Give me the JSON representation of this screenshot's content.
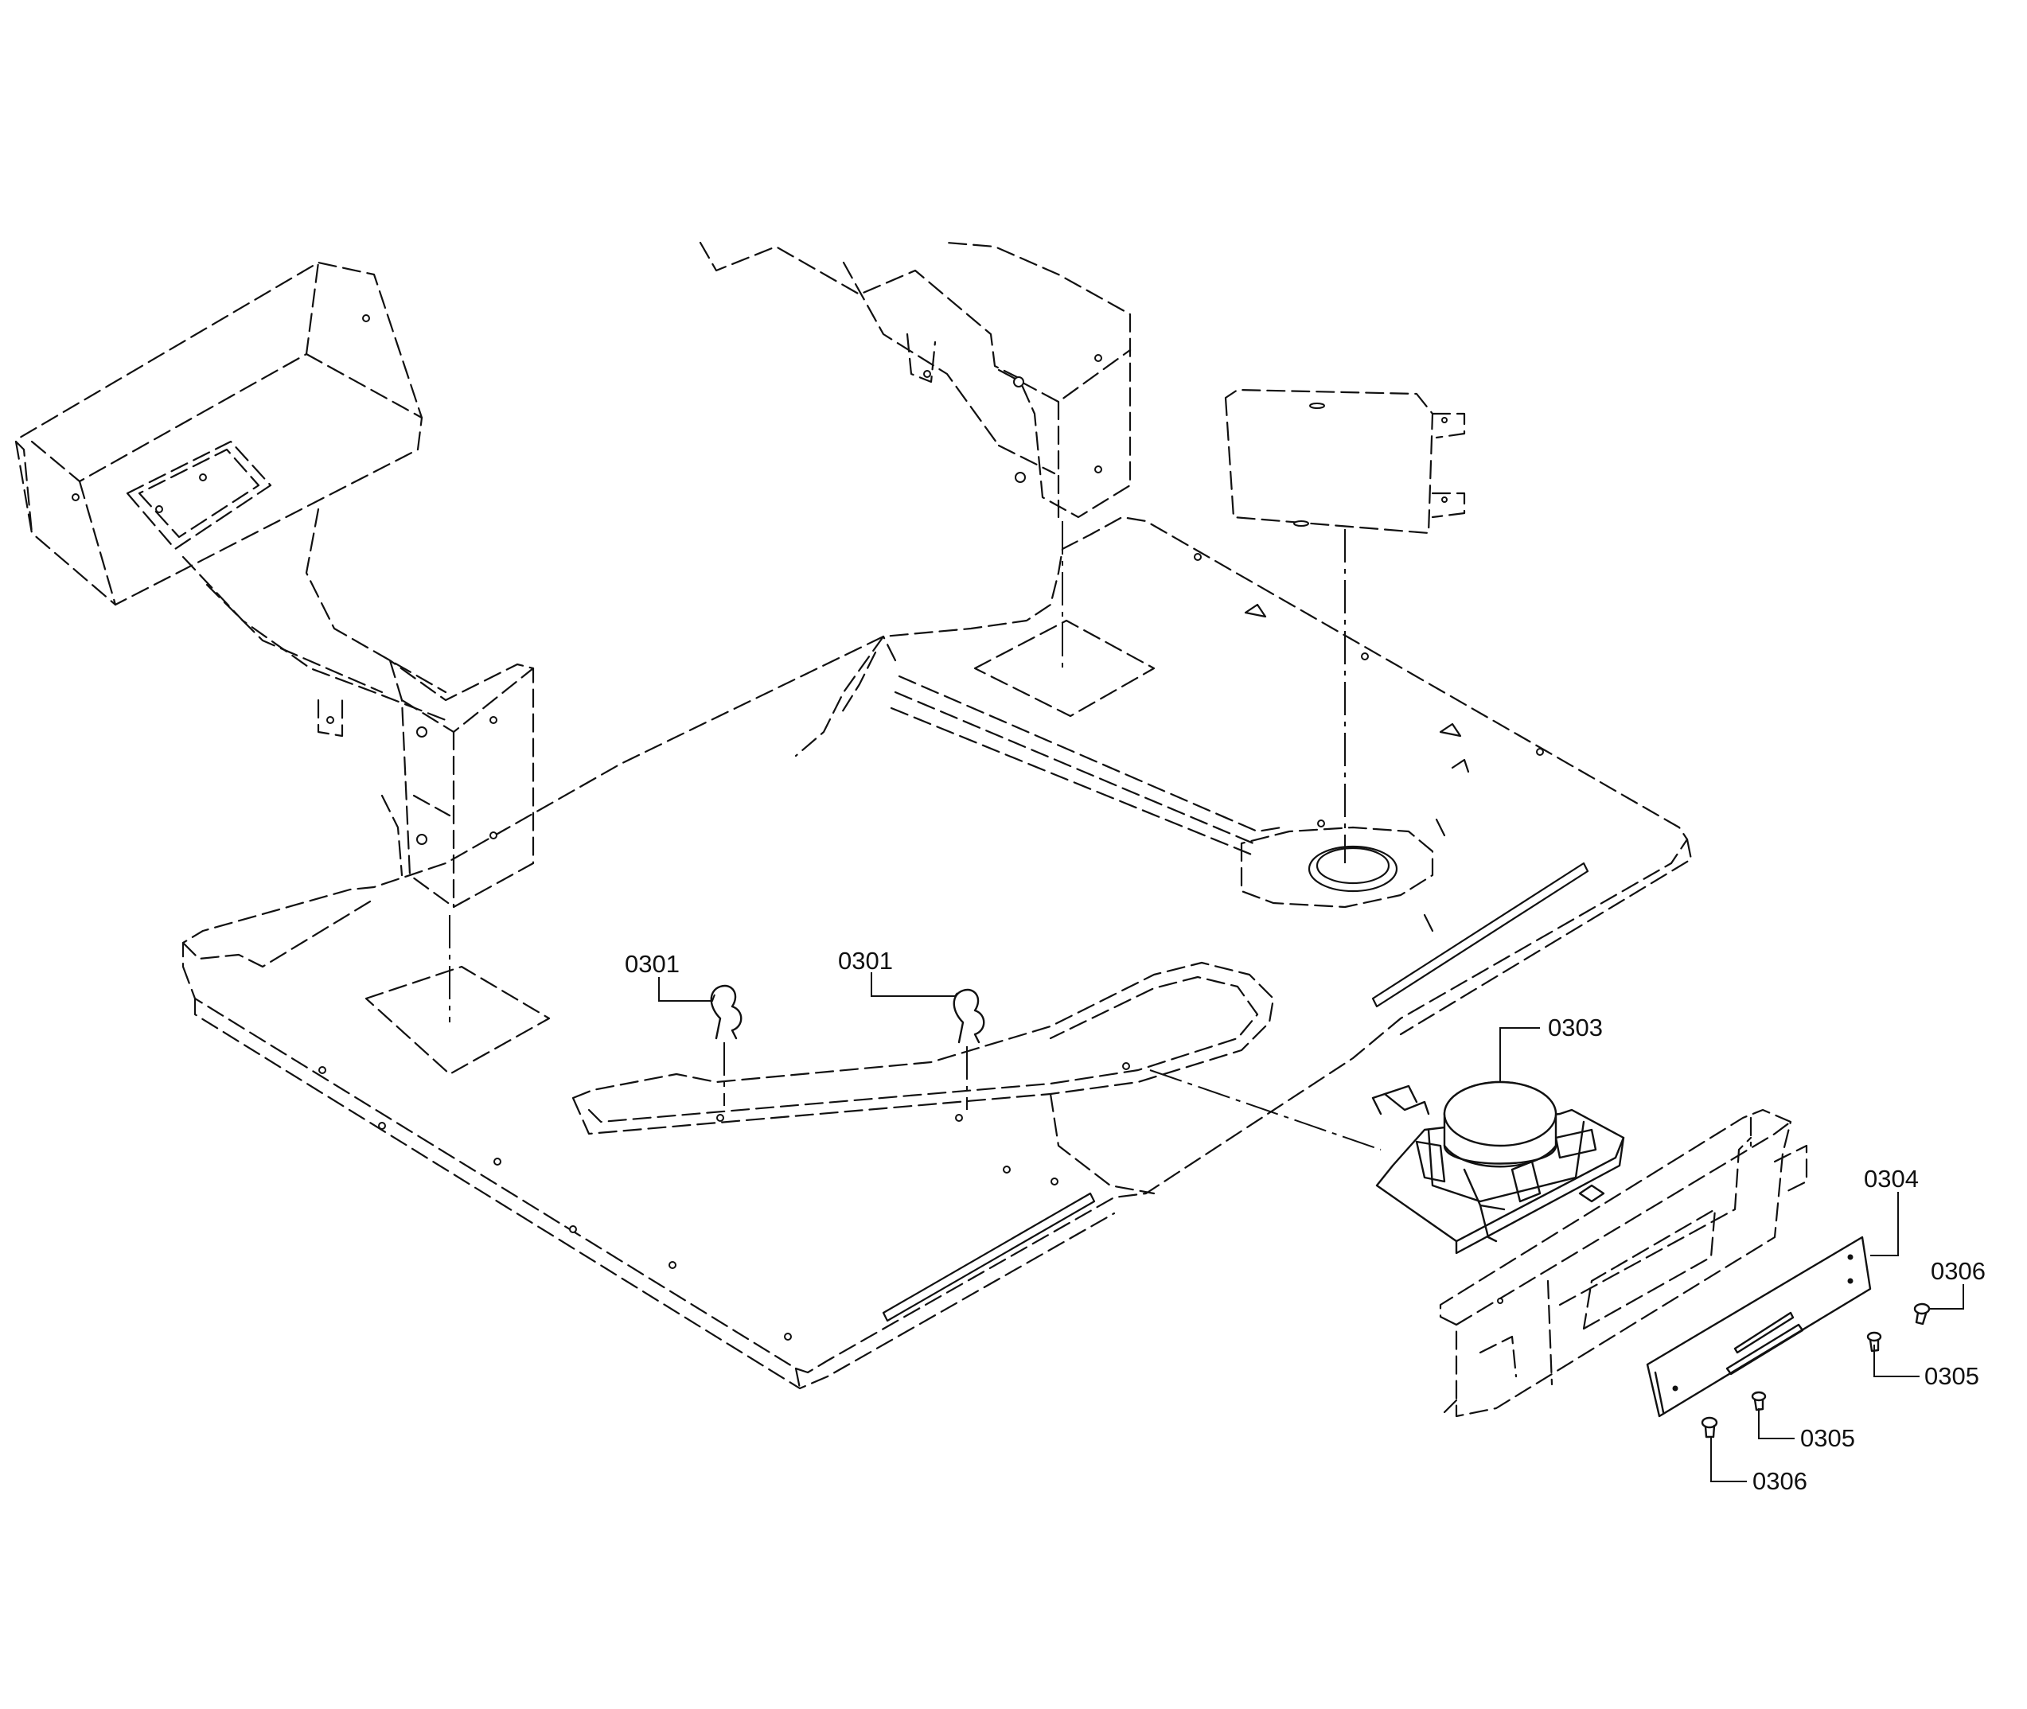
{
  "callouts": [
    {
      "id": "c1",
      "label": "0301"
    },
    {
      "id": "c2",
      "label": "0301"
    },
    {
      "id": "c3",
      "label": "0303"
    },
    {
      "id": "c4",
      "label": "0304"
    },
    {
      "id": "c5",
      "label": "0306"
    },
    {
      "id": "c6",
      "label": "0305"
    },
    {
      "id": "c7",
      "label": "0305"
    },
    {
      "id": "c8",
      "label": "0306"
    }
  ],
  "colors": {
    "ink": "#111111",
    "paper": "#ffffff"
  }
}
